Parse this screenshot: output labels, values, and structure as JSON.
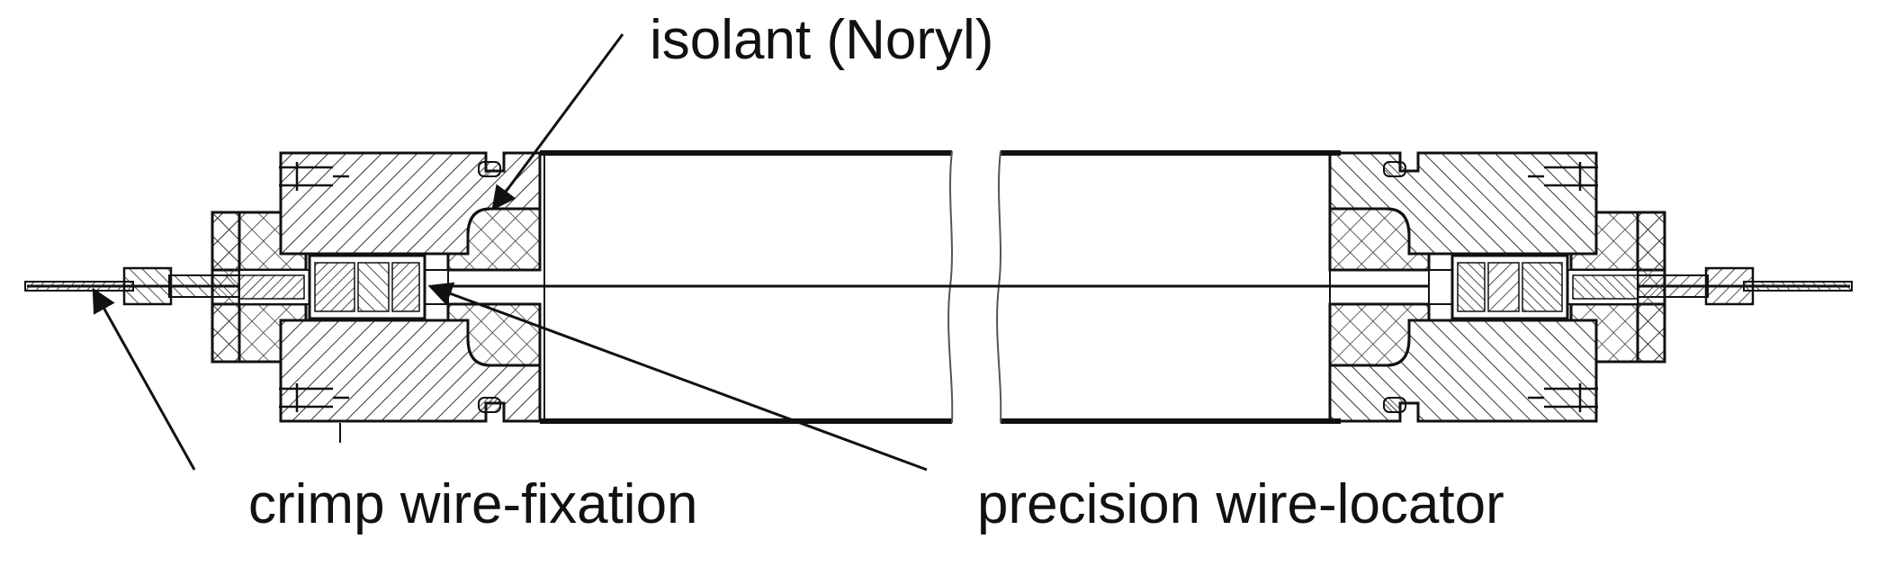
{
  "labels": {
    "isolant": "isolant (Noryl)",
    "crimp": "crimp wire-fixation",
    "precision": "precision wire-locator"
  },
  "colors": {
    "background": "#ffffff",
    "line": "#111111",
    "hatch": "#333333",
    "text": "#111111"
  }
}
